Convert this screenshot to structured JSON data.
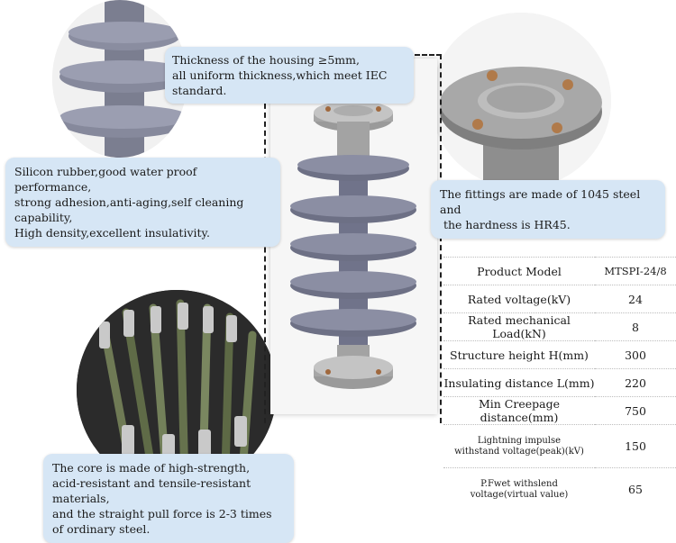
{
  "callouts": {
    "housing": [
      "Thickness of the housing ≥5mm,",
      "all uniform thickness,which meet IEC standard."
    ],
    "silicon": [
      "Silicon rubber,good water proof performance,",
      "strong adhesion,anti-aging,self cleaning capability,",
      "High density,excellent insulativity."
    ],
    "fittings": [
      "The fittings are made of 1045 steel and",
      " the hardness is HR45."
    ],
    "core": [
      "The core is made of high-strength,",
      "acid-resistant and tensile-resistant materials,",
      "and the straight pull force is 2-3 times",
      "of ordinary steel."
    ]
  },
  "spec_table": {
    "rows": [
      {
        "label": "Product Model",
        "value": "MTSPI-24/8"
      },
      {
        "label": "Rated voltage(kV)",
        "value": "24"
      },
      {
        "label": "Rated mechanical Load(kN)",
        "value": "8"
      },
      {
        "label": "Structure height H(mm)",
        "value": "300"
      },
      {
        "label": "Insulating distance L(mm)",
        "value": "220"
      },
      {
        "label": "Min Creepage distance(mm)",
        "value": "750"
      },
      {
        "label": "Lightning impulse withstand voltage(peak)(kV)",
        "value": "150",
        "label_lines": [
          "Lightning impulse",
          "withstand voltage(peak)(kV)"
        ]
      },
      {
        "label": "P.Fwet withslend voltage(virtual value)",
        "value": "65",
        "label_lines": [
          "P.Fwet withslend",
          "voltage(virtual value)"
        ]
      }
    ]
  },
  "colors": {
    "callout_bg": "#d6e6f5",
    "silicone_gray": "#7c7f92",
    "steel": "#a9a9a9"
  }
}
